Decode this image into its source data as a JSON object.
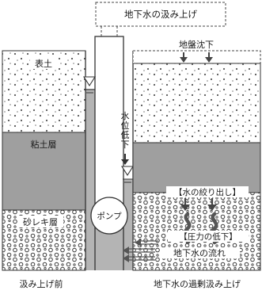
{
  "labels": {
    "pump_top": "地下水の汲み上げ",
    "subsidence": "地盤沈下",
    "topsoil": "表土",
    "clay": "粘土層",
    "gravel": "砂レキ層",
    "water_drop": [
      "水",
      "位",
      "低",
      "下"
    ],
    "pump": "ポンプ",
    "squeeze": "【水の絞り出し】",
    "pressure": "【圧力の低下】",
    "flow": "地下水の流れ",
    "before": "汲み上げ前",
    "after": "地下水の過剰汲み上げ"
  },
  "colors": {
    "clay": "#9f9f9f",
    "well_water": "#b4b4b4",
    "outline": "#333333",
    "soil_dots": "#555555",
    "gravel_rings": "#3a3a3a",
    "arrow": "#555555"
  }
}
